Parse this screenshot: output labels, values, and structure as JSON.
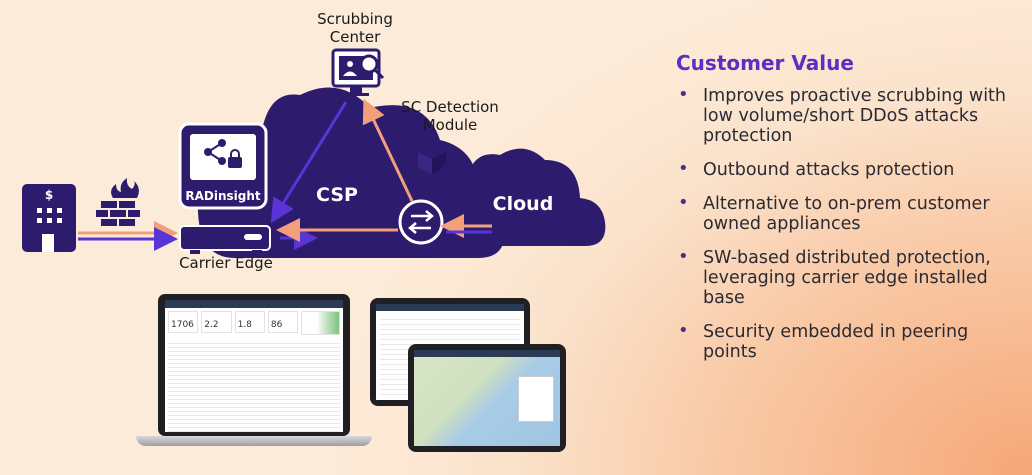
{
  "diagram": {
    "scrubbing_center": "Scrubbing\nCenter",
    "sc_detection_module": "SC Detection\nModule",
    "radinsight": "RADinsight",
    "csp": "CSP",
    "cloud": "Cloud",
    "carrier_edge": "Carrier Edge"
  },
  "customer_value": {
    "title": "Customer Value",
    "items": [
      "Improves proactive scrubbing with low volume/short DDoS attacks protection",
      "Outbound attacks protection",
      "Alternative to on-prem customer owned appliances",
      "SW-based distributed protection, leveraging carrier edge installed base",
      "Security embedded in peering points"
    ]
  },
  "dashboard": {
    "kpi_1": "1706",
    "kpi_2": "2.2",
    "kpi_3": "1.8",
    "kpi_4": "86"
  },
  "colors": {
    "cloud_fill": "#2d1b6e",
    "accent_purple": "#5a2fc2",
    "arrow_peach": "#f3a07a",
    "arrow_purple": "#6a3fe0"
  }
}
